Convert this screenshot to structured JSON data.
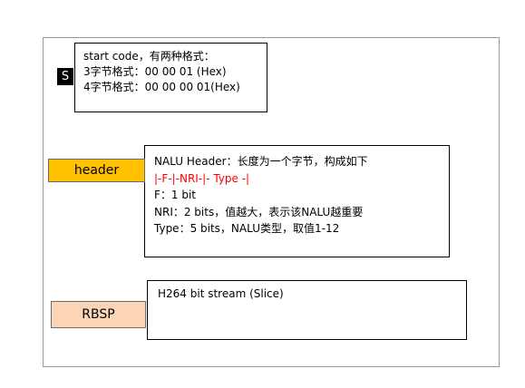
{
  "start_code": {
    "marker": "S",
    "lines": [
      "start code，有两种格式：",
      "3字节格式：00 00 01 (Hex)",
      "4字节格式：00 00 00 01(Hex)"
    ]
  },
  "header": {
    "label": "header",
    "lines": {
      "title": "NALU Header：长度为一个字节，构成如下",
      "format": "|-F-|-NRI-|- Type -|",
      "f": "F：1 bit",
      "nri": "NRI：2 bits，值越大，表示该NALU越重要",
      "type": "Type：5 bits，NALU类型，取值1-12"
    }
  },
  "rbsp": {
    "label": "RBSP",
    "text": "H264 bit stream (Slice)"
  },
  "colors": {
    "header_fill": "#ffc000",
    "rbsp_fill": "#fbd5b5",
    "format_text": "#ff0000"
  }
}
